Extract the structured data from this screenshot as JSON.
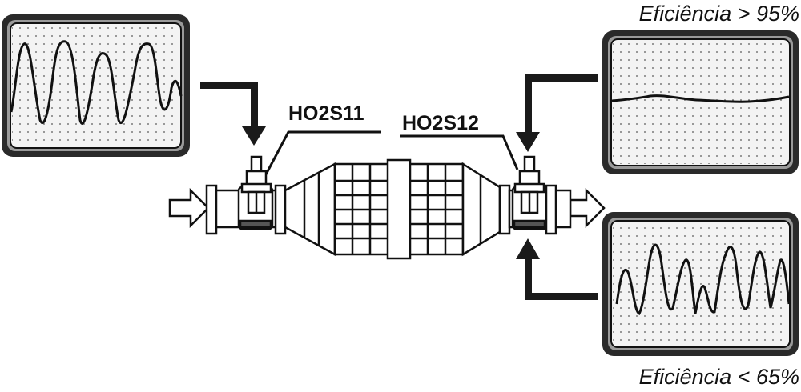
{
  "labels": {
    "sensor_front": "HO2S11",
    "sensor_rear": "HO2S12",
    "efficiency_high": "Eficiência > 95%",
    "efficiency_low": "Eficiência < 65%"
  },
  "colors": {
    "ink": "#111111",
    "screen_bg": "#f3f3f3",
    "frame": "#1a1a1a",
    "arrow": "#1a1a1a",
    "pipe_fill": "#ffffff",
    "clamp_dark": "#555555"
  },
  "icons": {
    "flow_in": "hollow-arrow-right-icon",
    "flow_out": "hollow-arrow-right-icon",
    "sensor": "oxygen-sensor-icon"
  }
}
